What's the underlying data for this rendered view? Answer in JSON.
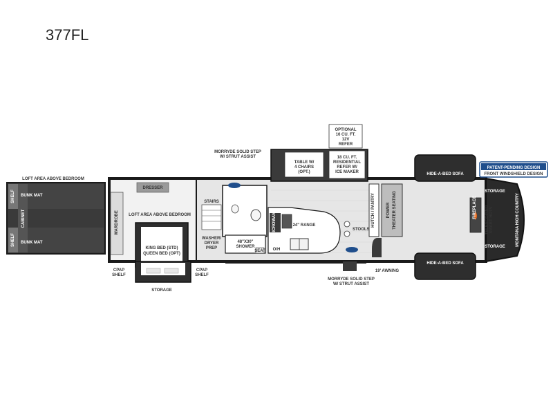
{
  "model_name": "377FL",
  "labels": {
    "loft_left_title": "LOFT AREA ABOVE BEDROOM",
    "bunk_mat_top": "BUNK MAT",
    "bunk_mat_bottom": "BUNK MAT",
    "shelf_top": "SHELF",
    "shelf_bottom": "SHELF",
    "cabinet": "CABINET",
    "wardrobe": "WARDROBE",
    "dresser": "DRESSER",
    "loft_main": "LOFT AREA ABOVE BEDROOM",
    "bed_line1": "KING BED (STD)",
    "bed_line2": "QUEEN BED (OPT)",
    "cpap_left_1": "CPAP",
    "cpap_left_2": "SHELF",
    "cpap_right_1": "CPAP",
    "cpap_right_2": "SHELF",
    "storage_bottom": "STORAGE",
    "stairs": "STAIRS",
    "washer_1": "WASHER/",
    "washer_2": "DRYER",
    "washer_3": "PREP",
    "shower_1": "48\"X30\"",
    "shower_2": "SHOWER",
    "seat": "SEAT",
    "oh": "O/H",
    "microwave": "MICROWAVE",
    "range": "24\" RANGE",
    "stools": "STOOLS",
    "hutch": "HUTCH / PANTRY",
    "theater_1": "POWER",
    "theater_2": "THEATER SEATING",
    "step_top_1": "MORRYDE SOLID STEP",
    "step_top_2": "W/ STRUT ASSIST",
    "step_bottom_1": "MORRYDE SOLID STEP",
    "step_bottom_2": "W/ STRUT ASSIST",
    "table_1": "TABLE W/",
    "table_2": "4 CHAIRS",
    "table_3": "(OPT.)",
    "refer_opt_1": "OPTIONAL",
    "refer_opt_2": "16 CU. FT.",
    "refer_opt_3": "12V",
    "refer_opt_4": "REFER",
    "refer_1": "18 CU. FT.",
    "refer_2": "RESIDENTIAL",
    "refer_3": "REFER W/",
    "refer_4": "ICE MAKER",
    "sofa_top": "HIDE-A-BED SOFA",
    "sofa_bottom": "HIDE-A-BED SOFA",
    "awning": "19' AWNING",
    "storage_front_top": "STORAGE",
    "storage_front_bottom": "STORAGE",
    "fireplace": "FIREPLACE",
    "tv_1": "TELESCOPING",
    "tv_2": "SMART HDTV",
    "front_brand": "MONTANA HIGH COUNTRY",
    "patent_1": "PATENT-PENDING DESIGN",
    "patent_2": "FRONT WINDSHIELD DESIGN"
  },
  "colors": {
    "wall": "#1a1a1a",
    "floor": "#e6e6e6",
    "bedroom_floor": "#f2f2f2",
    "slide_dark": "#3a3a3a",
    "counter": "#ffffff",
    "accent_blue": "#1f4e8c",
    "fireplace_orange": "#e86a1c"
  }
}
